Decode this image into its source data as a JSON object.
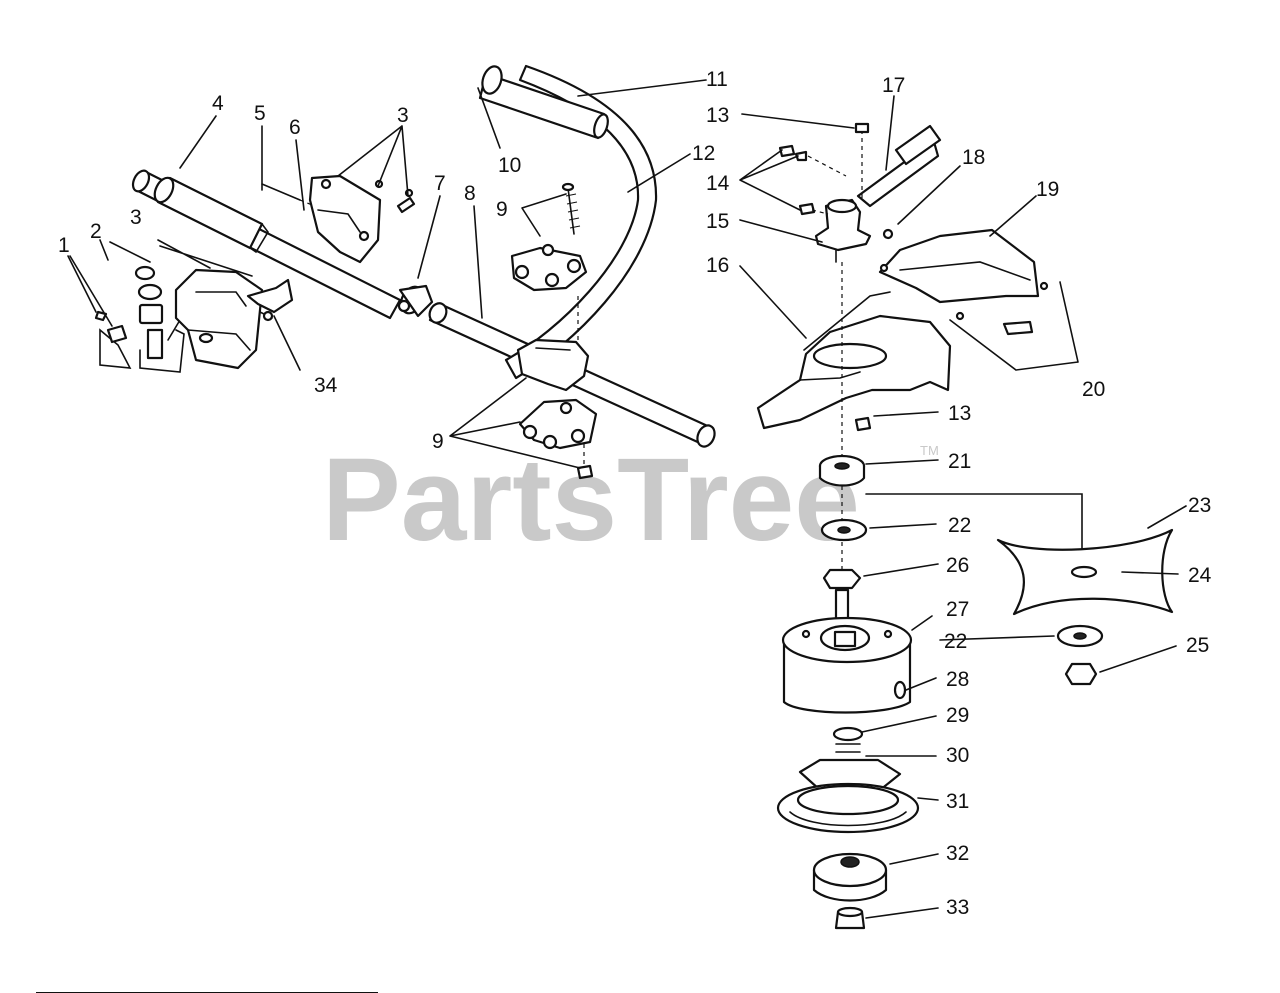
{
  "watermark": {
    "brand": "PartsTree",
    "mark": "TM"
  },
  "callouts": [
    {
      "id": "c1",
      "text": "1"
    },
    {
      "id": "c2",
      "text": "2"
    },
    {
      "id": "c3a",
      "text": "3"
    },
    {
      "id": "c3b",
      "text": "3"
    },
    {
      "id": "c4",
      "text": "4"
    },
    {
      "id": "c5",
      "text": "5"
    },
    {
      "id": "c6",
      "text": "6"
    },
    {
      "id": "c7",
      "text": "7"
    },
    {
      "id": "c8",
      "text": "8"
    },
    {
      "id": "c9a",
      "text": "9"
    },
    {
      "id": "c9b",
      "text": "9"
    },
    {
      "id": "c10",
      "text": "10"
    },
    {
      "id": "c11",
      "text": "11"
    },
    {
      "id": "c12",
      "text": "12"
    },
    {
      "id": "c13a",
      "text": "13"
    },
    {
      "id": "c13b",
      "text": "13"
    },
    {
      "id": "c14",
      "text": "14"
    },
    {
      "id": "c15",
      "text": "15"
    },
    {
      "id": "c16",
      "text": "16"
    },
    {
      "id": "c17",
      "text": "17"
    },
    {
      "id": "c18",
      "text": "18"
    },
    {
      "id": "c19",
      "text": "19"
    },
    {
      "id": "c20",
      "text": "20"
    },
    {
      "id": "c21",
      "text": "21"
    },
    {
      "id": "c22a",
      "text": "22"
    },
    {
      "id": "c22b",
      "text": "22"
    },
    {
      "id": "c23",
      "text": "23"
    },
    {
      "id": "c24",
      "text": "24"
    },
    {
      "id": "c25",
      "text": "25"
    },
    {
      "id": "c26",
      "text": "26"
    },
    {
      "id": "c27",
      "text": "27"
    },
    {
      "id": "c28",
      "text": "28"
    },
    {
      "id": "c29",
      "text": "29"
    },
    {
      "id": "c30",
      "text": "30"
    },
    {
      "id": "c31",
      "text": "31"
    },
    {
      "id": "c32",
      "text": "32"
    },
    {
      "id": "c33",
      "text": "33"
    },
    {
      "id": "c34",
      "text": "34"
    }
  ]
}
